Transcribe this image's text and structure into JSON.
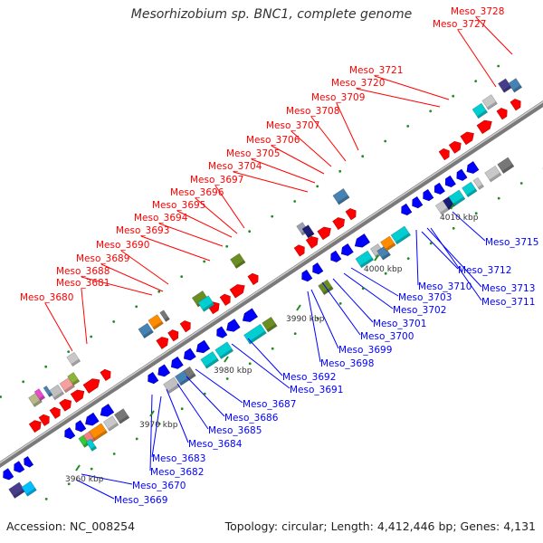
{
  "title": "Mesorhizobium sp. BNC1, complete genome",
  "footer": {
    "accession": "Accession: NC_008254",
    "summary": "Topology: circular; Length: 4,412,446 bp; Genes: 4,131"
  },
  "colors": {
    "forward_label": "#ff0000",
    "reverse_label": "#0000ff",
    "backbone": "#999999",
    "tick": "#228B22"
  },
  "scale_ticks": [
    "3960 kbp",
    "3970 kbp",
    "3980 kbp",
    "3990 kbp",
    "4000 kbp",
    "4010 kbp"
  ],
  "forward_labels": [
    "Meso_3680",
    "Meso_3681",
    "Meso_3688",
    "Meso_3689",
    "Meso_3690",
    "Meso_3693",
    "Meso_3694",
    "Meso_3695",
    "Meso_3696",
    "Meso_3697",
    "Meso_3704",
    "Meso_3705",
    "Meso_3706",
    "Meso_3707",
    "Meso_3708",
    "Meso_3709",
    "Meso_3720",
    "Meso_3721",
    "Meso_3727",
    "Meso_3728"
  ],
  "reverse_labels": [
    "Meso_3669",
    "Meso_3670",
    "Meso_3682",
    "Meso_3683",
    "Meso_3684",
    "Meso_3685",
    "Meso_3686",
    "Meso_3687",
    "Meso_3691",
    "Meso_3692",
    "Meso_3698",
    "Meso_3699",
    "Meso_3700",
    "Meso_3701",
    "Meso_3702",
    "Meso_3703",
    "Meso_3710",
    "Meso_3711",
    "Meso_3712",
    "Meso_3713",
    "Meso_3715"
  ]
}
